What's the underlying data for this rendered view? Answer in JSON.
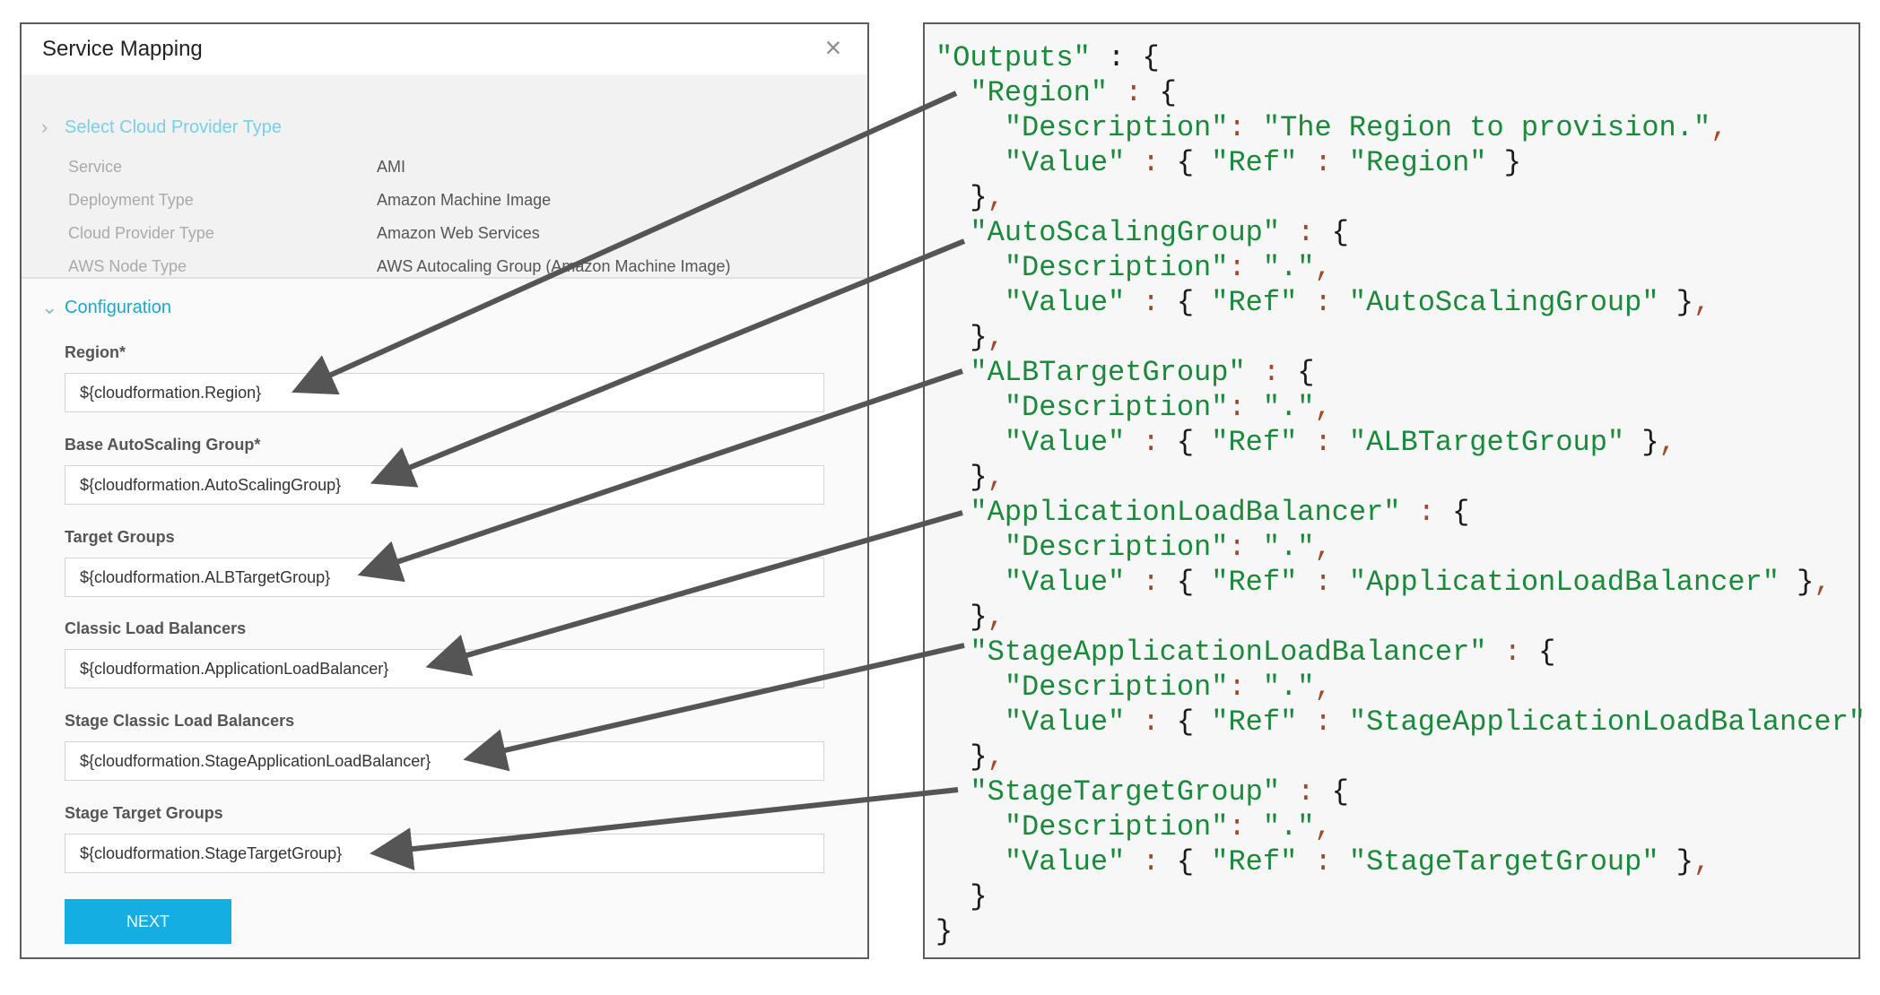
{
  "dialog": {
    "title": "Service Mapping",
    "close_icon": "close-icon",
    "section_provider": {
      "title": "Select Cloud Provider Type",
      "rows": [
        {
          "label": "Service",
          "value": "AMI"
        },
        {
          "label": "Deployment Type",
          "value": "Amazon Machine Image"
        },
        {
          "label": "Cloud Provider Type",
          "value": "Amazon Web Services"
        },
        {
          "label": "AWS Node Type",
          "value": "AWS Autocaling Group (Amazon Machine Image)"
        }
      ]
    },
    "section_config": {
      "title": "Configuration",
      "fields": [
        {
          "label": "Region*",
          "value": "${cloudformation.Region}"
        },
        {
          "label": "Base AutoScaling Group*",
          "value": "${cloudformation.AutoScalingGroup}"
        },
        {
          "label": "Target Groups",
          "value": "${cloudformation.ALBTargetGroup}"
        },
        {
          "label": "Classic Load Balancers",
          "value": "${cloudformation.ApplicationLoadBalancer}"
        },
        {
          "label": "Stage Classic Load Balancers",
          "value": "${cloudformation.StageApplicationLoadBalancer}"
        },
        {
          "label": "Stage Target Groups",
          "value": "${cloudformation.StageTargetGroup}"
        }
      ]
    },
    "next_label": "NEXT"
  },
  "code": {
    "outputs_key": "\"Outputs\"",
    "region_desc": "\"The Region to provision.\"",
    "dot_desc": "\".\"",
    "description_key": "\"Description\"",
    "value_key": "\"Value\"",
    "ref_key": "\"Ref\"",
    "entries": [
      {
        "key": "\"Region\"",
        "ref": "\"Region\""
      },
      {
        "key": "\"AutoScalingGroup\"",
        "ref": "\"AutoScalingGroup\""
      },
      {
        "key": "\"ALBTargetGroup\"",
        "ref": "\"ALBTargetGroup\""
      },
      {
        "key": "\"ApplicationLoadBalancer\"",
        "ref": "\"ApplicationLoadBalancer\""
      },
      {
        "key": "\"StageApplicationLoadBalancer\"",
        "ref": "\"StageApplicationLoadBalancer\""
      },
      {
        "key": "\"StageTargetGroup\"",
        "ref": "\"StageTargetGroup\""
      }
    ]
  },
  "colors": {
    "accent": "#15aee2",
    "code_string": "#1a8a3a",
    "code_punct": "#a04a2a",
    "arrow": "#555555"
  }
}
